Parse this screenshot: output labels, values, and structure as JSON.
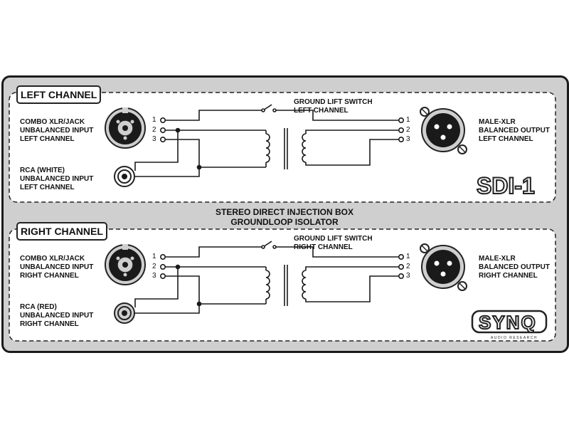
{
  "heading": {
    "line1": "STEREO DIRECT INJECTION BOX",
    "line2": "GROUNDLOOP ISOLATOR"
  },
  "channels": [
    {
      "tab": "LEFT CHANNEL",
      "combo": [
        "COMBO XLR/JACK",
        "UNBALANCED INPUT",
        "LEFT CHANNEL"
      ],
      "rca": [
        "RCA (WHITE)",
        "UNBALANCED INPUT",
        "LEFT CHANNEL"
      ],
      "switch": [
        "GROUND LIFT SWITCH",
        "LEFT CHANNEL"
      ],
      "output": [
        "MALE-XLR",
        "BALANCED OUTPUT",
        "LEFT CHANNEL"
      ],
      "pins": [
        "1",
        "2",
        "3"
      ]
    },
    {
      "tab": "RIGHT CHANNEL",
      "combo": [
        "COMBO XLR/JACK",
        "UNBALANCED INPUT",
        "RIGHT CHANNEL"
      ],
      "rca": [
        "RCA (RED)",
        "UNBALANCED INPUT",
        "RIGHT CHANNEL"
      ],
      "switch": [
        "GROUND LIFT SWITCH",
        "RIGHT CHANNEL"
      ],
      "output": [
        "MALE-XLR",
        "BALANCED OUTPUT",
        "RIGHT CHANNEL"
      ],
      "pins": [
        "1",
        "2",
        "3"
      ]
    }
  ],
  "model_logo": "SDI-1",
  "brand_logo": "SYNQ",
  "brand_sub": "AUDIO RESEARCH",
  "colors": {
    "panel": "#cfcfcf",
    "section": "#ffffff",
    "line": "#1a1a1a"
  }
}
